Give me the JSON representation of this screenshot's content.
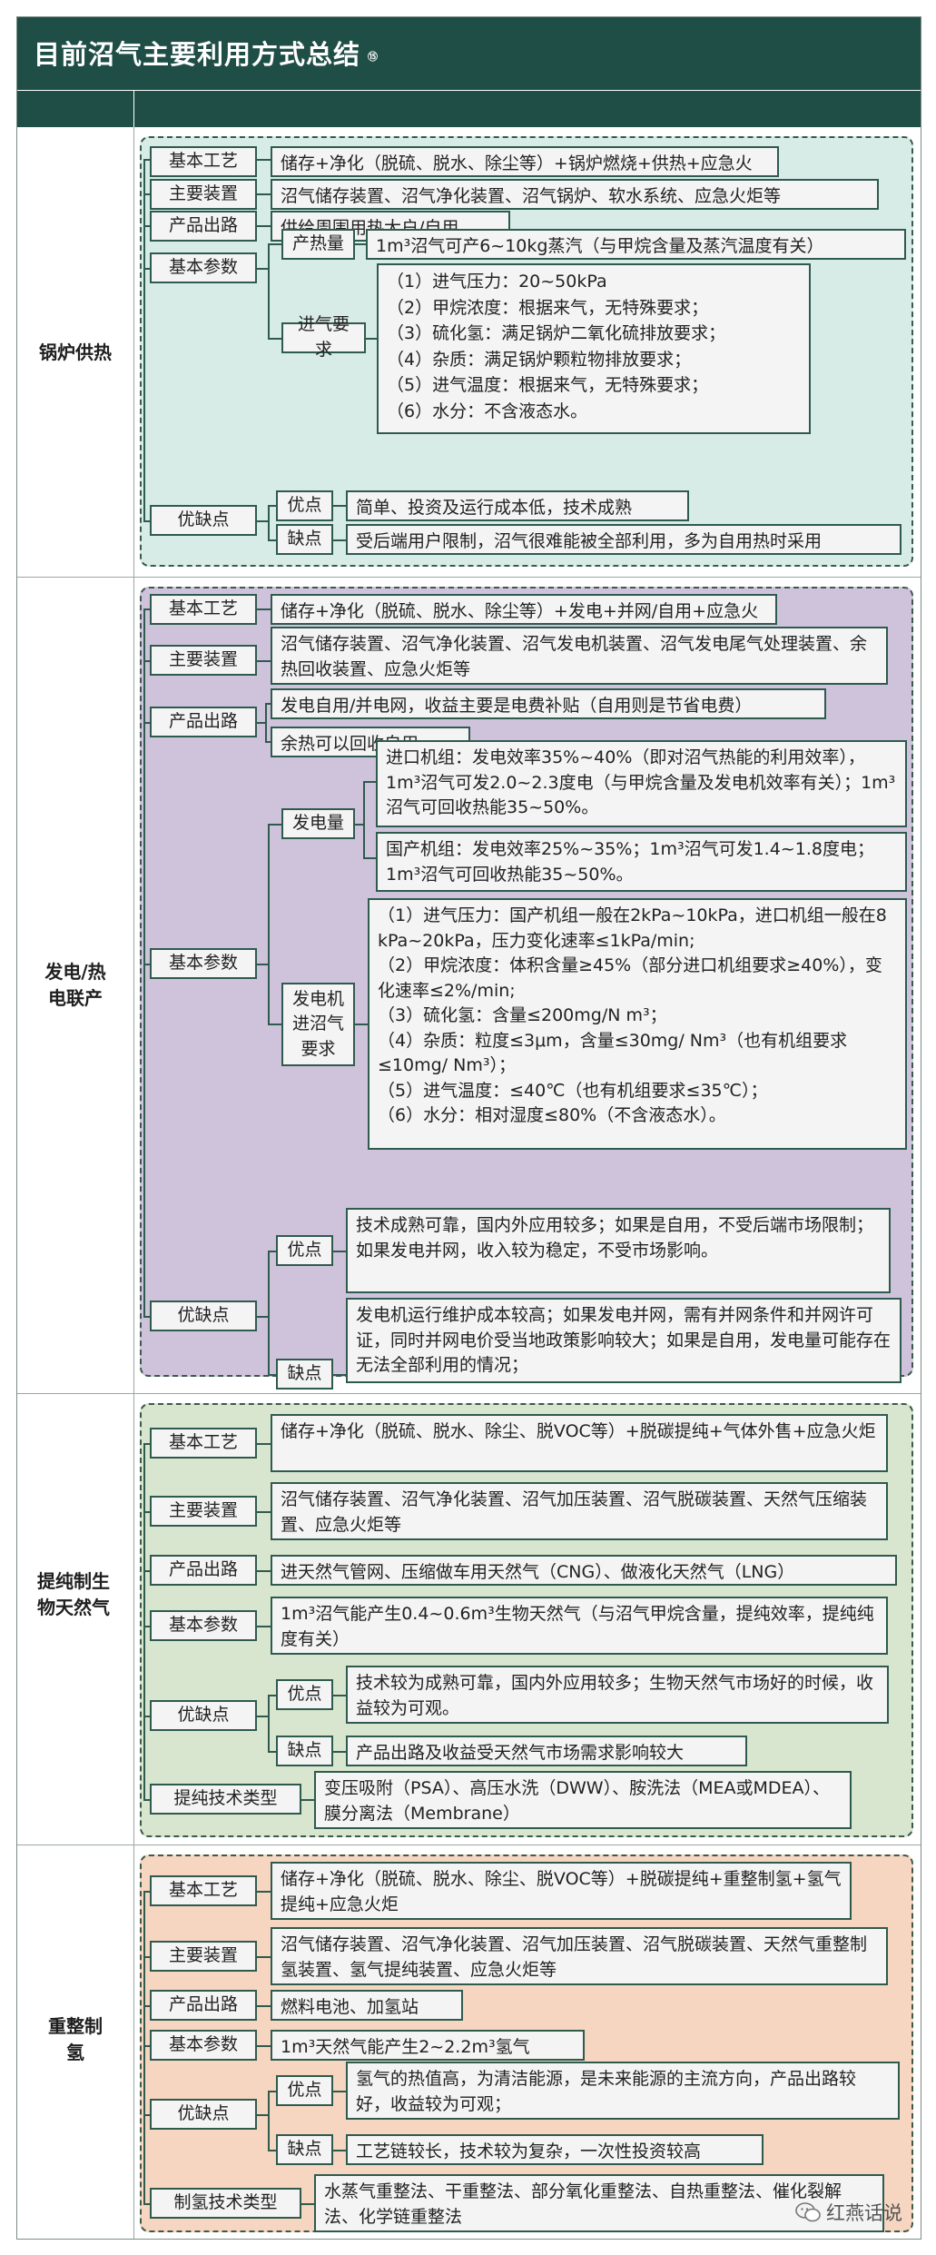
{
  "title": "目前沼气主要利用方式总结",
  "title_note": "⑮",
  "watermark": "红燕话说",
  "colors": {
    "header": "#1f4e46",
    "boiler": "#d8ece7",
    "power": "#cfc3dc",
    "biomethane": "#d9e6cf",
    "hydrogen": "#f6d6c1"
  },
  "boiler": {
    "label": "锅炉供热",
    "process_label": "基本工艺",
    "process": "储存+净化（脱硫、脱水、除尘等）+锅炉燃烧+供热+应急火炬",
    "equip_label": "主要装置",
    "equip": "沼气储存装置、沼气净化装置、沼气锅炉、软水系统、应急火炬等",
    "outlet_label": "产品出路",
    "outlet": "供给周围用热大户/自用",
    "params_label": "基本参数",
    "heat_label": "产热量",
    "heat": "1m³沼气可产6~10kg蒸汽（与甲烷含量及蒸汽温度有关）",
    "inlet_label": "进气要求",
    "inlet": [
      "（1）进气压力：20~50kPa",
      "（2）甲烷浓度：根据来气，无特殊要求；",
      "（3）硫化氢：满足锅炉二氧化硫排放要求；",
      "（4）杂质：满足锅炉颗粒物排放要求；",
      "（5）进气温度：根据来气，无特殊要求；",
      "（6）水分：不含液态水。"
    ],
    "proscons_label": "优缺点",
    "pros_label": "优点",
    "pros": "简单、投资及运行成本低，技术成熟",
    "cons_label": "缺点",
    "cons": "受后端用户限制，沼气很难能被全部利用，多为自用热时采用"
  },
  "power": {
    "label": "发电/热电联产",
    "process_label": "基本工艺",
    "process": "储存+净化（脱硫、脱水、除尘等）+发电+并网/自用+应急火炬",
    "equip_label": "主要装置",
    "equip": "沼气储存装置、沼气净化装置、沼气发电机装置、沼气发电尾气处理装置、余热回收装置、应急火炬等",
    "outlet_label": "产品出路",
    "outlet1": "发电自用/并电网，收益主要是电费补贴（自用则是节省电费）",
    "outlet2": "余热可以回收自用",
    "params_label": "基本参数",
    "gen_label": "发电量",
    "gen_import": "进口机组：发电效率35%~40%（即对沼气热能的利用效率），1m³沼气可发2.0~2.3度电（与甲烷含量及发电机效率有关）；1m³沼气可回收热能35~50%。",
    "gen_domestic": "国产机组：发电效率25%~35%；1m³沼气可发1.4~1.8度电；1m³沼气可回收热能35~50%。",
    "inlet_label": "发电机进沼气要求",
    "inlet": [
      "（1）进气压力：国产机组一般在2kPa~10kPa，进口机组一般在8 kPa~20kPa，压力变化速率≤1kPa/min;",
      "（2）甲烷浓度：体积含量≥45%（部分进口机组要求≥40%），变化速率≤2%/min;",
      "（3）硫化氢：含量≤200mg/N m³；",
      "（4）杂质：粒度≤3μm，含量≤30mg/ Nm³（也有机组要求≤10mg/ Nm³）；",
      "（5）进气温度：≤40℃（也有机组要求≤35℃）；",
      "（6）水分：相对湿度≤80%（不含液态水）。"
    ],
    "proscons_label": "优缺点",
    "pros_label": "优点",
    "pros": "技术成熟可靠，国内外应用较多；如果是自用，不受后端市场限制；如果发电并网，收入较为稳定，不受市场影响。",
    "cons_label": "缺点",
    "cons": "发电机运行维护成本较高；如果发电并网，需有并网条件和并网许可证，同时并网电价受当地政策影响较大；如果是自用，发电量可能存在无法全部利用的情况；"
  },
  "biomethane": {
    "label": "提纯制生物天然气",
    "process_label": "基本工艺",
    "process": "储存+净化（脱硫、脱水、除尘、脱VOC等）+脱碳提纯+气体外售+应急火炬",
    "equip_label": "主要装置",
    "equip": "沼气储存装置、沼气净化装置、沼气加压装置、沼气脱碳装置、天然气压缩装置、应急火炬等",
    "outlet_label": "产品出路",
    "outlet": "进天然气管网、压缩做车用天然气（CNG）、做液化天然气（LNG）",
    "params_label": "基本参数",
    "params": "1m³沼气能产生0.4~0.6m³生物天然气（与沼气甲烷含量，提纯效率，提纯纯度有关）",
    "proscons_label": "优缺点",
    "pros_label": "优点",
    "pros": "技术较为成熟可靠，国内外应用较多；生物天然气市场好的时候，收益较为可观。",
    "cons_label": "缺点",
    "cons": "产品出路及收益受天然气市场需求影响较大",
    "tech_label": "提纯技术类型",
    "tech": "变压吸附（PSA）、高压水洗（DWW）、胺洗法（MEA或MDEA）、膜分离法（Membrane）"
  },
  "hydrogen": {
    "label": "重整制氢",
    "process_label": "基本工艺",
    "process": "储存+净化（脱硫、脱水、除尘、脱VOC等）+脱碳提纯+重整制氢+氢气提纯+应急火炬",
    "equip_label": "主要装置",
    "equip": "沼气储存装置、沼气净化装置、沼气加压装置、沼气脱碳装置、天然气重整制氢装置、氢气提纯装置、应急火炬等",
    "outlet_label": "产品出路",
    "outlet": "燃料电池、加氢站",
    "params_label": "基本参数",
    "params": "1m³天然气能产生2~2.2m³氢气",
    "proscons_label": "优缺点",
    "pros_label": "优点",
    "pros": "氢气的热值高，为清洁能源，是未来能源的主流方向，产品出路较好，收益较为可观；",
    "cons_label": "缺点",
    "cons": "工艺链较长，技术较为复杂，一次性投资较高",
    "tech_label": "制氢技术类型",
    "tech": "水蒸气重整法、干重整法、部分氧化重整法、自热重整法、催化裂解法、化学链重整法"
  }
}
